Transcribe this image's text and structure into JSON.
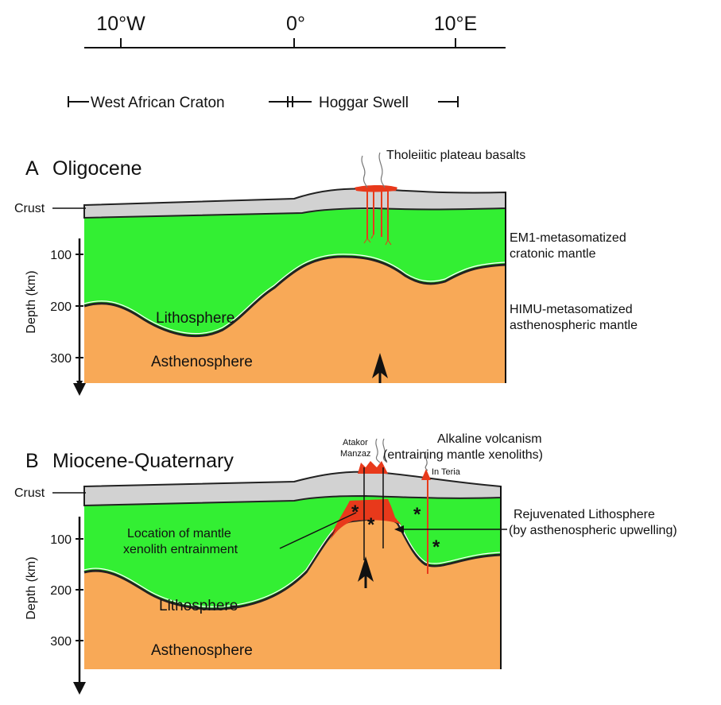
{
  "axis": {
    "ticks": [
      "10°W",
      "0°",
      "10°E"
    ],
    "regions": [
      "West African Craton",
      "Hoggar Swell"
    ]
  },
  "colors": {
    "crust": "#d2d2d2",
    "lithosphere": "#33ef33",
    "asthenosphere": "#f8a957",
    "magma": "#e8391b",
    "outline": "#222222"
  },
  "panel_a": {
    "letter": "A",
    "title": "Oligocene",
    "crust_label": "Crust",
    "depth_axis_label": "Depth (km)",
    "depth_ticks": [
      "100",
      "200",
      "300"
    ],
    "lithosphere_label": "Lithosphere",
    "asthenosphere_label": "Asthenosphere",
    "basalt_label": "Tholeiitic plateau basalts",
    "right_label_1": [
      "EM1-metasomatized",
      "cratonic mantle"
    ],
    "right_label_2": [
      "HIMU-metasomatized",
      "asthenospheric mantle"
    ]
  },
  "panel_b": {
    "letter": "B",
    "title": "Miocene-Quaternary",
    "crust_label": "Crust",
    "depth_axis_label": "Depth (km)",
    "depth_ticks": [
      "100",
      "200",
      "300"
    ],
    "lithosphere_label": "Lithosphere",
    "asthenosphere_label": "Asthenosphere",
    "volcano_label_1": "Atakor",
    "volcano_label_2": "Manzaz",
    "volcano_label_3": "In Teria",
    "volcanism_label": [
      "Alkaline volcanism",
      "(entraining mantle xenoliths)"
    ],
    "xenolith_label": [
      "Location of mantle",
      "xenolith entrainment"
    ],
    "rejuvenated_label": [
      "Rejuvenated Lithosphere",
      "(by asthenospheric upwelling)"
    ]
  }
}
